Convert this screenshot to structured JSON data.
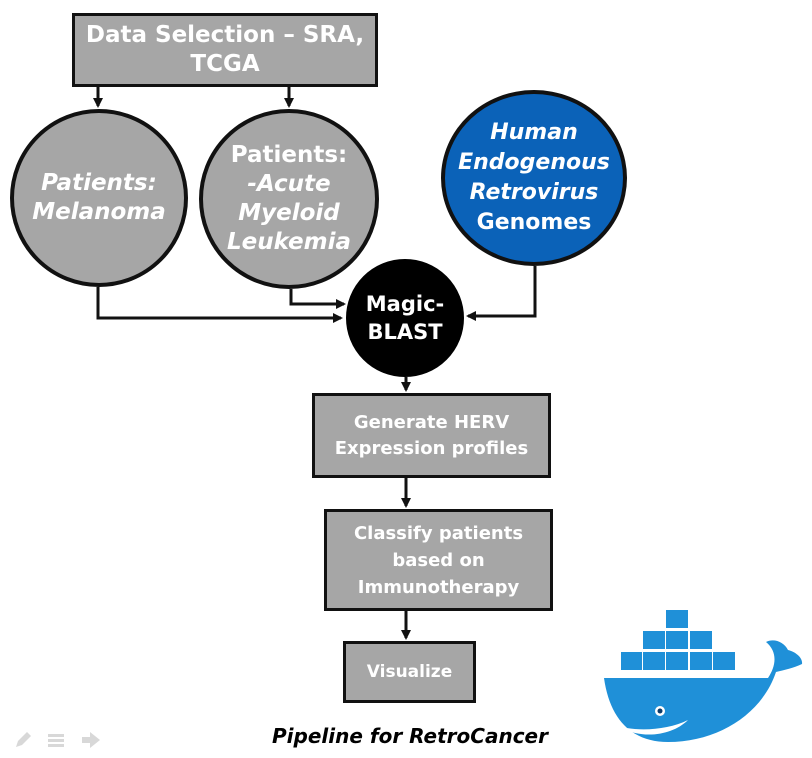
{
  "nodes": {
    "data_selection": {
      "line1": "Data Selection – SRA,",
      "line2": "TCGA"
    },
    "melanoma": {
      "line1": "Patients:",
      "line2": "Melanoma"
    },
    "aml": {
      "line1": "Patients:",
      "line2": "-Acute",
      "line3": "Myeloid",
      "line4": "Leukemia"
    },
    "herv": {
      "line1": "Human",
      "line2": "Endogenous",
      "line3": "Retrovirus",
      "line4": "Genomes"
    },
    "magic_blast": {
      "line1": "Magic-",
      "line2": "BLAST"
    },
    "generate": {
      "line1": "Generate HERV",
      "line2": "Expression profiles"
    },
    "classify": {
      "line1": "Classify patients",
      "line2": "based on",
      "line3": "Immunotherapy"
    },
    "visualize": {
      "label": "Visualize"
    }
  },
  "caption": "Pipeline for RetroCancer",
  "logo": {
    "name": "docker-whale-logo",
    "color": "#1f90d8"
  },
  "colors": {
    "box_fill": "#a6a6a6",
    "herv_fill": "#0b62b8",
    "magic_fill": "#000000",
    "border": "#111111"
  }
}
